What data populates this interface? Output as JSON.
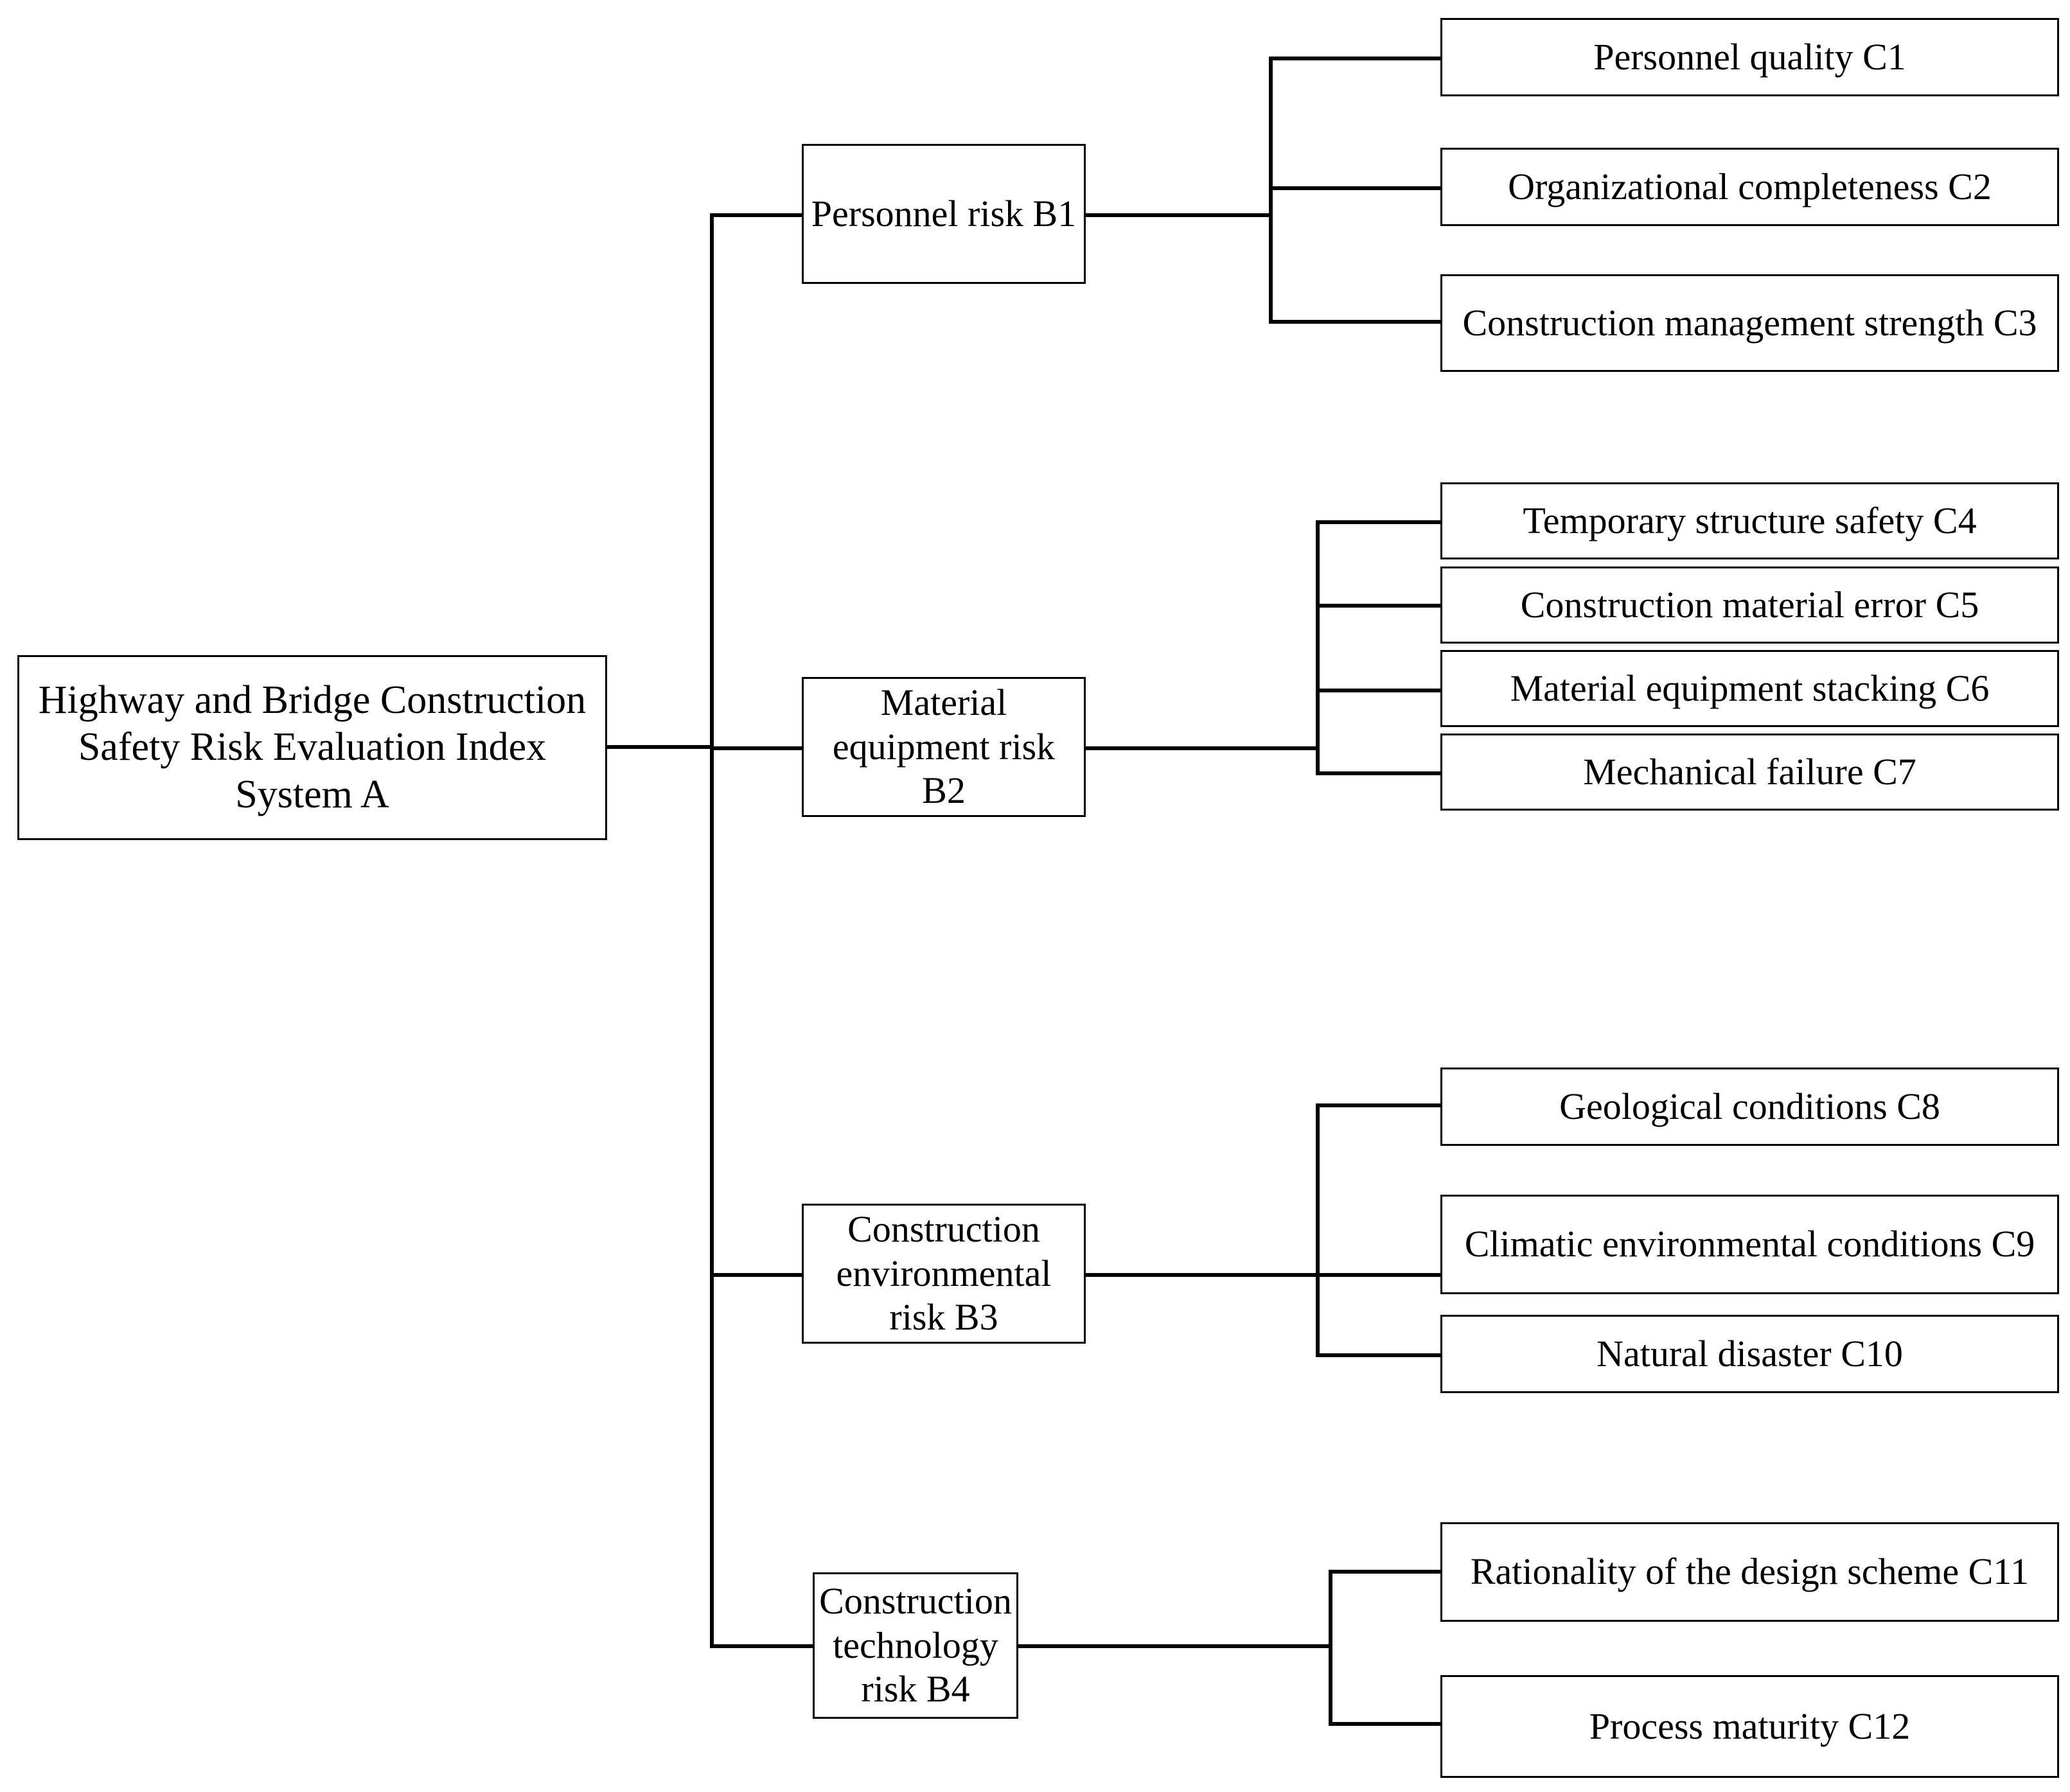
{
  "diagram": {
    "title_text": "Highway and Bridge Construction Safety Risk Evaluation Index System A",
    "type": "hierarchical-tree",
    "orientation": "left-to-right",
    "levels": 3,
    "line_color": "#000000",
    "box_border_color": "#000000",
    "background_color": "#ffffff",
    "text_color": "#000000"
  },
  "root": {
    "id": "A",
    "label": "Highway and Bridge Construction Safety Risk Evaluation Index System A"
  },
  "criteria": [
    {
      "id": "B1",
      "label": "Personnel risk B1",
      "indicators": [
        {
          "id": "C1",
          "label": "Personnel quality C1"
        },
        {
          "id": "C2",
          "label": "Organizational completeness C2"
        },
        {
          "id": "C3",
          "label": "Construction management strength C3"
        }
      ]
    },
    {
      "id": "B2",
      "label": "Material equipment risk B2",
      "indicators": [
        {
          "id": "C4",
          "label": "Temporary structure safety C4"
        },
        {
          "id": "C5",
          "label": "Construction material error C5"
        },
        {
          "id": "C6",
          "label": "Material equipment stacking C6"
        },
        {
          "id": "C7",
          "label": "Mechanical failure C7"
        }
      ]
    },
    {
      "id": "B3",
      "label": "Construction environmental risk B3",
      "indicators": [
        {
          "id": "C8",
          "label": "Geological conditions C8"
        },
        {
          "id": "C9",
          "label": "Climatic environmental conditions C9"
        },
        {
          "id": "C10",
          "label": "Natural disaster C10"
        }
      ]
    },
    {
      "id": "B4",
      "label": "Construction technology risk B4",
      "indicators": [
        {
          "id": "C11",
          "label": "Rationality of the design scheme C11"
        },
        {
          "id": "C12",
          "label": "Process maturity C12"
        }
      ]
    }
  ]
}
